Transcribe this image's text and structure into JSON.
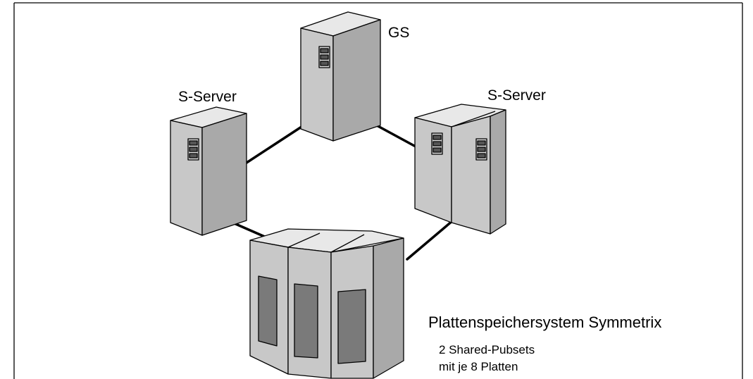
{
  "labels": {
    "gs": "GS",
    "server_left": "S-Server",
    "server_right": "S-Server",
    "storage_title": "Plattenspeichersystem Symmetrix",
    "storage_detail_1": "2 Shared-Pubsets",
    "storage_detail_2": "mit je 8 Platten"
  },
  "colors": {
    "cabinet_front": "#c8c8c8",
    "cabinet_side": "#a9a9a9",
    "cabinet_top": "#e8e8e8",
    "panel": "#7a7a7a",
    "line": "#000000"
  }
}
